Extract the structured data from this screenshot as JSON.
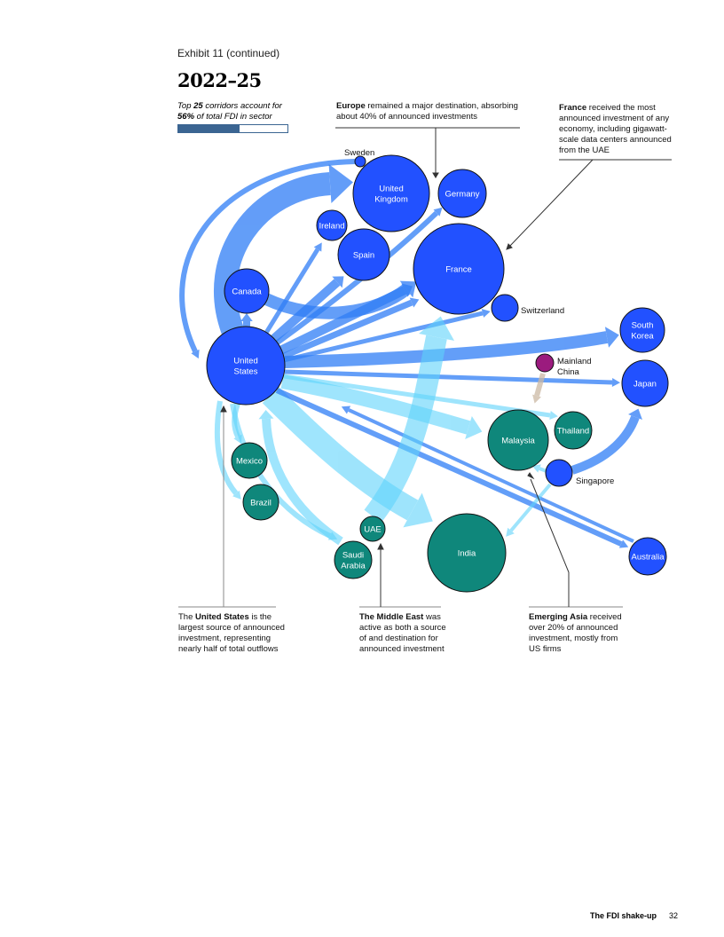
{
  "header": {
    "exhibit": "Exhibit 11 (continued)",
    "title": "2022–25",
    "corridors_line1_pre": "Top ",
    "corridors_count": "25",
    "corridors_line1_post": " corridors account for",
    "corridors_share": "56%",
    "corridors_line2_post": " of total FDI in sector",
    "share_value": 0.56
  },
  "notes": {
    "europe": {
      "bold": "Europe",
      "text": " remained a major destination, absorbing about 40% of announced investments"
    },
    "france": {
      "bold": "France",
      "text": " received the most announced investment of any economy, including gigawatt-scale data centers announced from the UAE"
    },
    "us": {
      "pre": "The ",
      "bold": "United States",
      "text": " is the largest source of announced investment, representing nearly half of total outflows"
    },
    "middle_east": {
      "bold": "The Middle East",
      "text": " was active as both a source of and destination for announced investment"
    },
    "asia": {
      "bold": "Emerging Asia",
      "text": " received over 20% of announced investment, mostly from US firms"
    }
  },
  "colors": {
    "developed": "#2251ff",
    "emerging": "#0f877b",
    "china": "#9b1b7e",
    "flow_dark": "#2f7df6",
    "flow_light": "#5fd3fb",
    "flow_china": "#cbb9a4"
  },
  "nodes": [
    {
      "id": "us",
      "label": [
        "United",
        "States"
      ],
      "type": "developed"
    },
    {
      "id": "uk",
      "label": [
        "United",
        "Kingdom"
      ],
      "type": "developed"
    },
    {
      "id": "de",
      "label": [
        "Germany"
      ],
      "type": "developed"
    },
    {
      "id": "fr",
      "label": [
        "France"
      ],
      "type": "developed"
    },
    {
      "id": "ie",
      "label": [
        "Ireland"
      ],
      "type": "developed"
    },
    {
      "id": "es",
      "label": [
        "Spain"
      ],
      "type": "developed"
    },
    {
      "id": "se",
      "label": [
        "Sweden"
      ],
      "type": "developed",
      "outside": true
    },
    {
      "id": "ca",
      "label": [
        "Canada"
      ],
      "type": "developed"
    },
    {
      "id": "ch",
      "label": [
        "Switzerland"
      ],
      "type": "developed",
      "outside": true
    },
    {
      "id": "kr",
      "label": [
        "South",
        "Korea"
      ],
      "type": "developed"
    },
    {
      "id": "jp",
      "label": [
        "Japan"
      ],
      "type": "developed"
    },
    {
      "id": "cn",
      "label": [
        "Mainland",
        "China"
      ],
      "type": "china",
      "outside": true
    },
    {
      "id": "th",
      "label": [
        "Thailand"
      ],
      "type": "emerging"
    },
    {
      "id": "my",
      "label": [
        "Malaysia"
      ],
      "type": "emerging"
    },
    {
      "id": "sg",
      "label": [
        "Singapore"
      ],
      "type": "developed",
      "outside": true
    },
    {
      "id": "mx",
      "label": [
        "Mexico"
      ],
      "type": "emerging"
    },
    {
      "id": "br",
      "label": [
        "Brazil"
      ],
      "type": "emerging"
    },
    {
      "id": "ae",
      "label": [
        "UAE"
      ],
      "type": "emerging"
    },
    {
      "id": "sa",
      "label": [
        "Saudi",
        "Arabia"
      ],
      "type": "emerging"
    },
    {
      "id": "in",
      "label": [
        "India"
      ],
      "type": "emerging"
    },
    {
      "id": "au",
      "label": [
        "Australia"
      ],
      "type": "developed"
    }
  ],
  "flows": [
    {
      "from": "us",
      "to": "uk",
      "weight": 26,
      "kind": "dark"
    },
    {
      "from": "se",
      "to": "us",
      "weight": 6,
      "kind": "dark"
    },
    {
      "from": "ca",
      "to": "fr",
      "weight": 14,
      "kind": "dark"
    },
    {
      "from": "us",
      "to": "ca",
      "weight": 8,
      "kind": "dark"
    },
    {
      "from": "us",
      "to": "ie",
      "weight": 5,
      "kind": "dark"
    },
    {
      "from": "us",
      "to": "es",
      "weight": 10,
      "kind": "dark"
    },
    {
      "from": "us",
      "to": "de",
      "weight": 6,
      "kind": "dark"
    },
    {
      "from": "us",
      "to": "fr",
      "weight": 10,
      "kind": "dark"
    },
    {
      "from": "us",
      "to": "fr2",
      "weight": 7,
      "kind": "dark"
    },
    {
      "from": "us",
      "to": "ch",
      "weight": 5,
      "kind": "dark"
    },
    {
      "from": "us",
      "to": "kr",
      "weight": 14,
      "kind": "dark"
    },
    {
      "from": "us",
      "to": "jp",
      "weight": 5,
      "kind": "dark"
    },
    {
      "from": "us",
      "to": "th",
      "weight": 5,
      "kind": "light"
    },
    {
      "from": "us",
      "to": "my",
      "weight": 16,
      "kind": "light"
    },
    {
      "from": "us",
      "to": "in",
      "weight": 26,
      "kind": "light"
    },
    {
      "from": "us",
      "to": "au",
      "weight": 6,
      "kind": "dark"
    },
    {
      "from": "au",
      "to": "us",
      "weight": 4,
      "kind": "dark"
    },
    {
      "from": "ae",
      "to": "fr",
      "weight": 24,
      "kind": "light"
    },
    {
      "from": "sa",
      "to": "us",
      "weight": 10,
      "kind": "light"
    },
    {
      "from": "us",
      "to": "sa",
      "weight": 6,
      "kind": "light"
    },
    {
      "from": "us",
      "to": "mx",
      "weight": 6,
      "kind": "light"
    },
    {
      "from": "us",
      "to": "br",
      "weight": 6,
      "kind": "light"
    },
    {
      "from": "cn",
      "to": "my",
      "weight": 6,
      "kind": "china"
    },
    {
      "from": "sg",
      "to": "jp",
      "weight": 10,
      "kind": "dark"
    },
    {
      "from": "sg",
      "to": "my",
      "weight": 4,
      "kind": "light"
    },
    {
      "from": "sg",
      "to": "in",
      "weight": 4,
      "kind": "light"
    }
  ],
  "footer": {
    "publication": "The FDI shake-up",
    "page": "32"
  }
}
